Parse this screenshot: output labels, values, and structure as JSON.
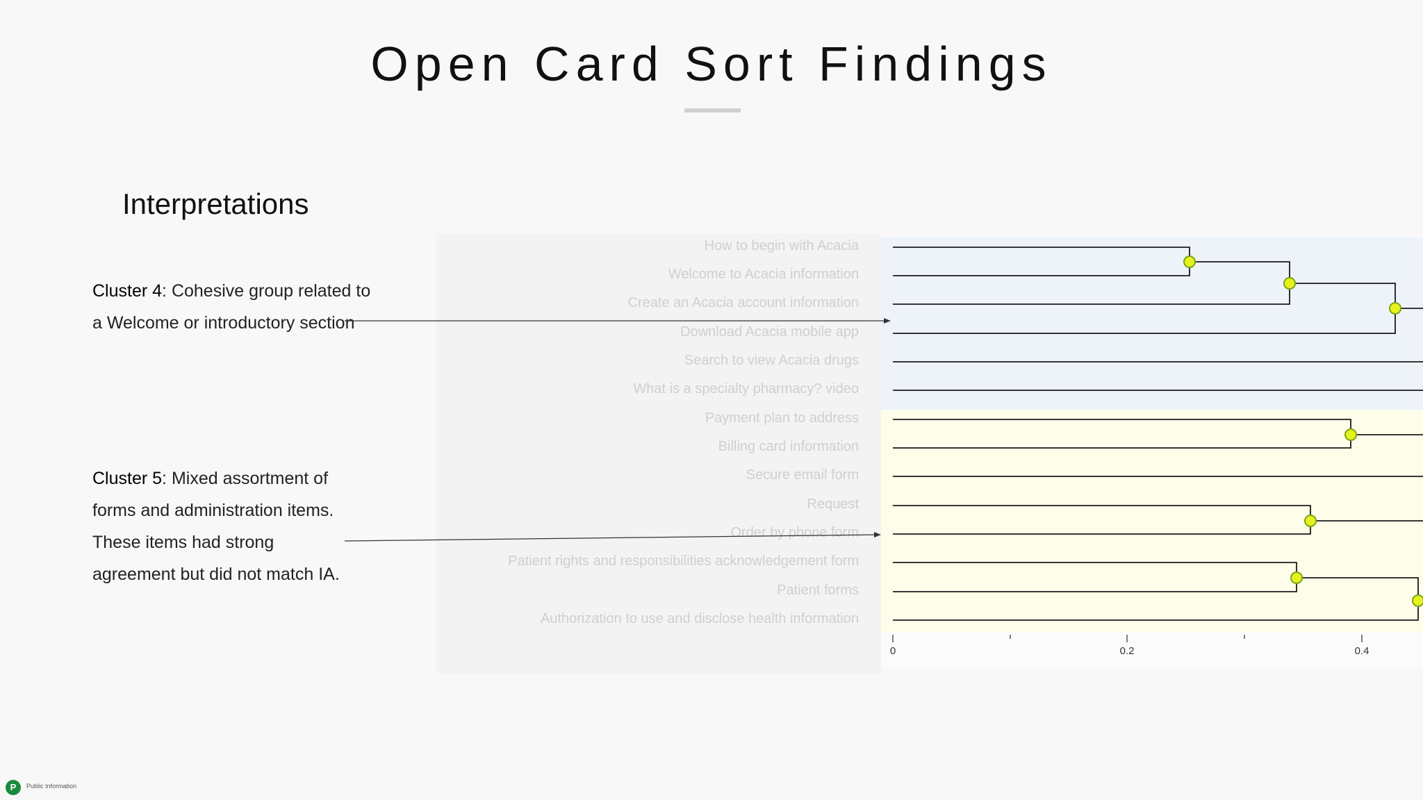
{
  "slide": {
    "title": "Open Card Sort Findings",
    "subtitle": "Interpretations",
    "footer": "Public Information",
    "footer_logo_letter": "P"
  },
  "clusters": [
    {
      "label": "Cluster 4",
      "text": ": Cohesive group related to a Welcome or introductory section"
    },
    {
      "label": "Cluster 5",
      "text": ": Mixed assortment of forms and administration items. These items had strong agreement but did not match IA."
    }
  ],
  "dendrogram": {
    "faded_labels": [
      "How to begin with Acacia",
      "Welcome to Acacia information",
      "Create an Acacia account information",
      "Download Acacia mobile app",
      "Search to view Acacia drugs",
      "What is a specialty pharmacy? video",
      "Payment plan to address",
      "Billing card information",
      "Secure email form",
      "Request",
      "Order by phone form",
      "Patient rights and responsibilities acknowledgement form",
      "Patient forms",
      "Authorization to use and disclose health information"
    ],
    "axis_ticks": [
      "0",
      "0.2",
      "0.4"
    ],
    "colors": {
      "cluster4_band": "#eef3f9",
      "cluster5_band": "#fdfde9",
      "node_fill": "#e6f21c",
      "node_stroke": "#7aa31a",
      "line": "#1a1a1a"
    }
  }
}
